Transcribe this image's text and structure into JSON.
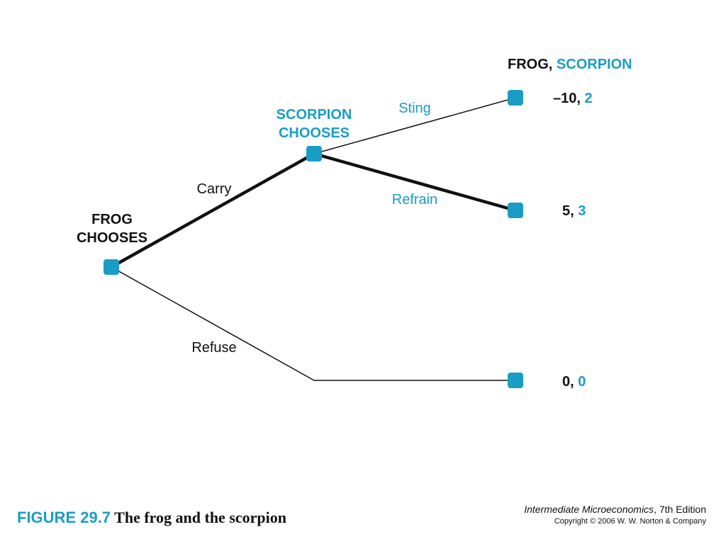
{
  "colors": {
    "accent": "#1a9dc4",
    "ink": "#111111"
  },
  "header": {
    "frog": "FROG",
    "sep": ", ",
    "scorpion": "SCORPION"
  },
  "nodes": {
    "frog": {
      "line1": "FROG",
      "line2": "CHOOSES"
    },
    "scorpion": {
      "line1": "SCORPION",
      "line2": "CHOOSES"
    }
  },
  "edges": {
    "carry": "Carry",
    "refuse": "Refuse",
    "sting": "Sting",
    "refrain": "Refrain"
  },
  "payoffs": {
    "sting": {
      "frog": "–10",
      "sep": ", ",
      "scorpion": "2"
    },
    "refrain": {
      "frog": "5",
      "sep": ", ",
      "scorpion": "3"
    },
    "refuse": {
      "frog": "0",
      "sep": ", ",
      "scorpion": "0"
    }
  },
  "caption": {
    "number": "FIGURE 29.7",
    "title": "The frog and the scorpion"
  },
  "credit": {
    "book_title": "Intermediate Microeconomics",
    "edition": ", 7th Edition",
    "copyright": "Copyright © 2006 W. W. Norton & Company"
  }
}
